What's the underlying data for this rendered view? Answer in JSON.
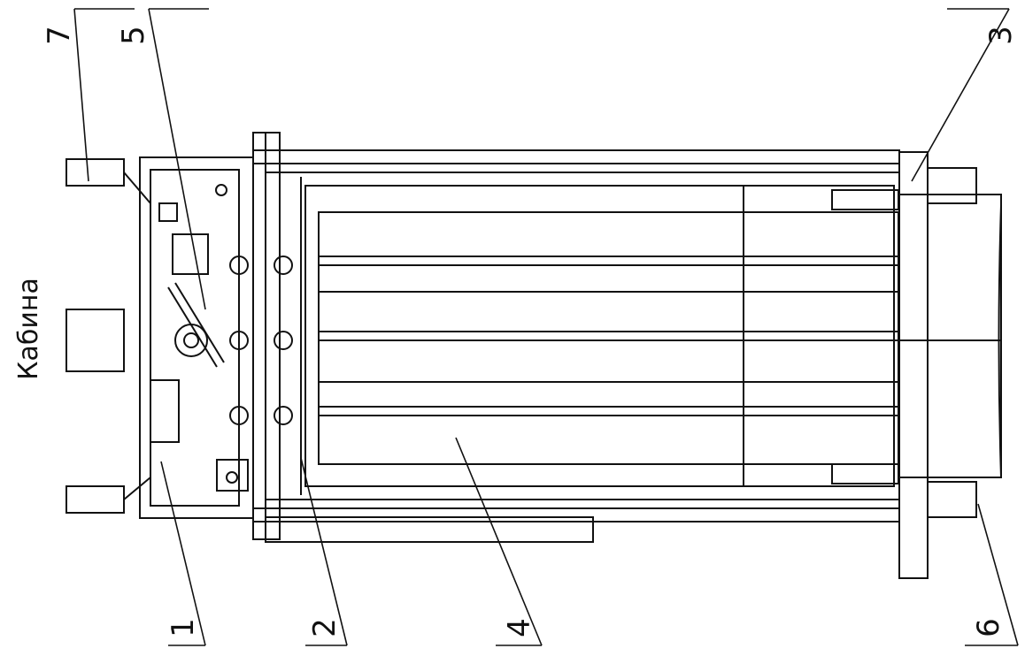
{
  "cabin_label": "Кабина",
  "callouts": [
    {
      "id": "c1",
      "label": "1"
    },
    {
      "id": "c2",
      "label": "2"
    },
    {
      "id": "c3",
      "label": "3"
    },
    {
      "id": "c4",
      "label": "4"
    },
    {
      "id": "c5",
      "label": "5"
    },
    {
      "id": "c6",
      "label": "6"
    },
    {
      "id": "c7",
      "label": "7"
    }
  ]
}
